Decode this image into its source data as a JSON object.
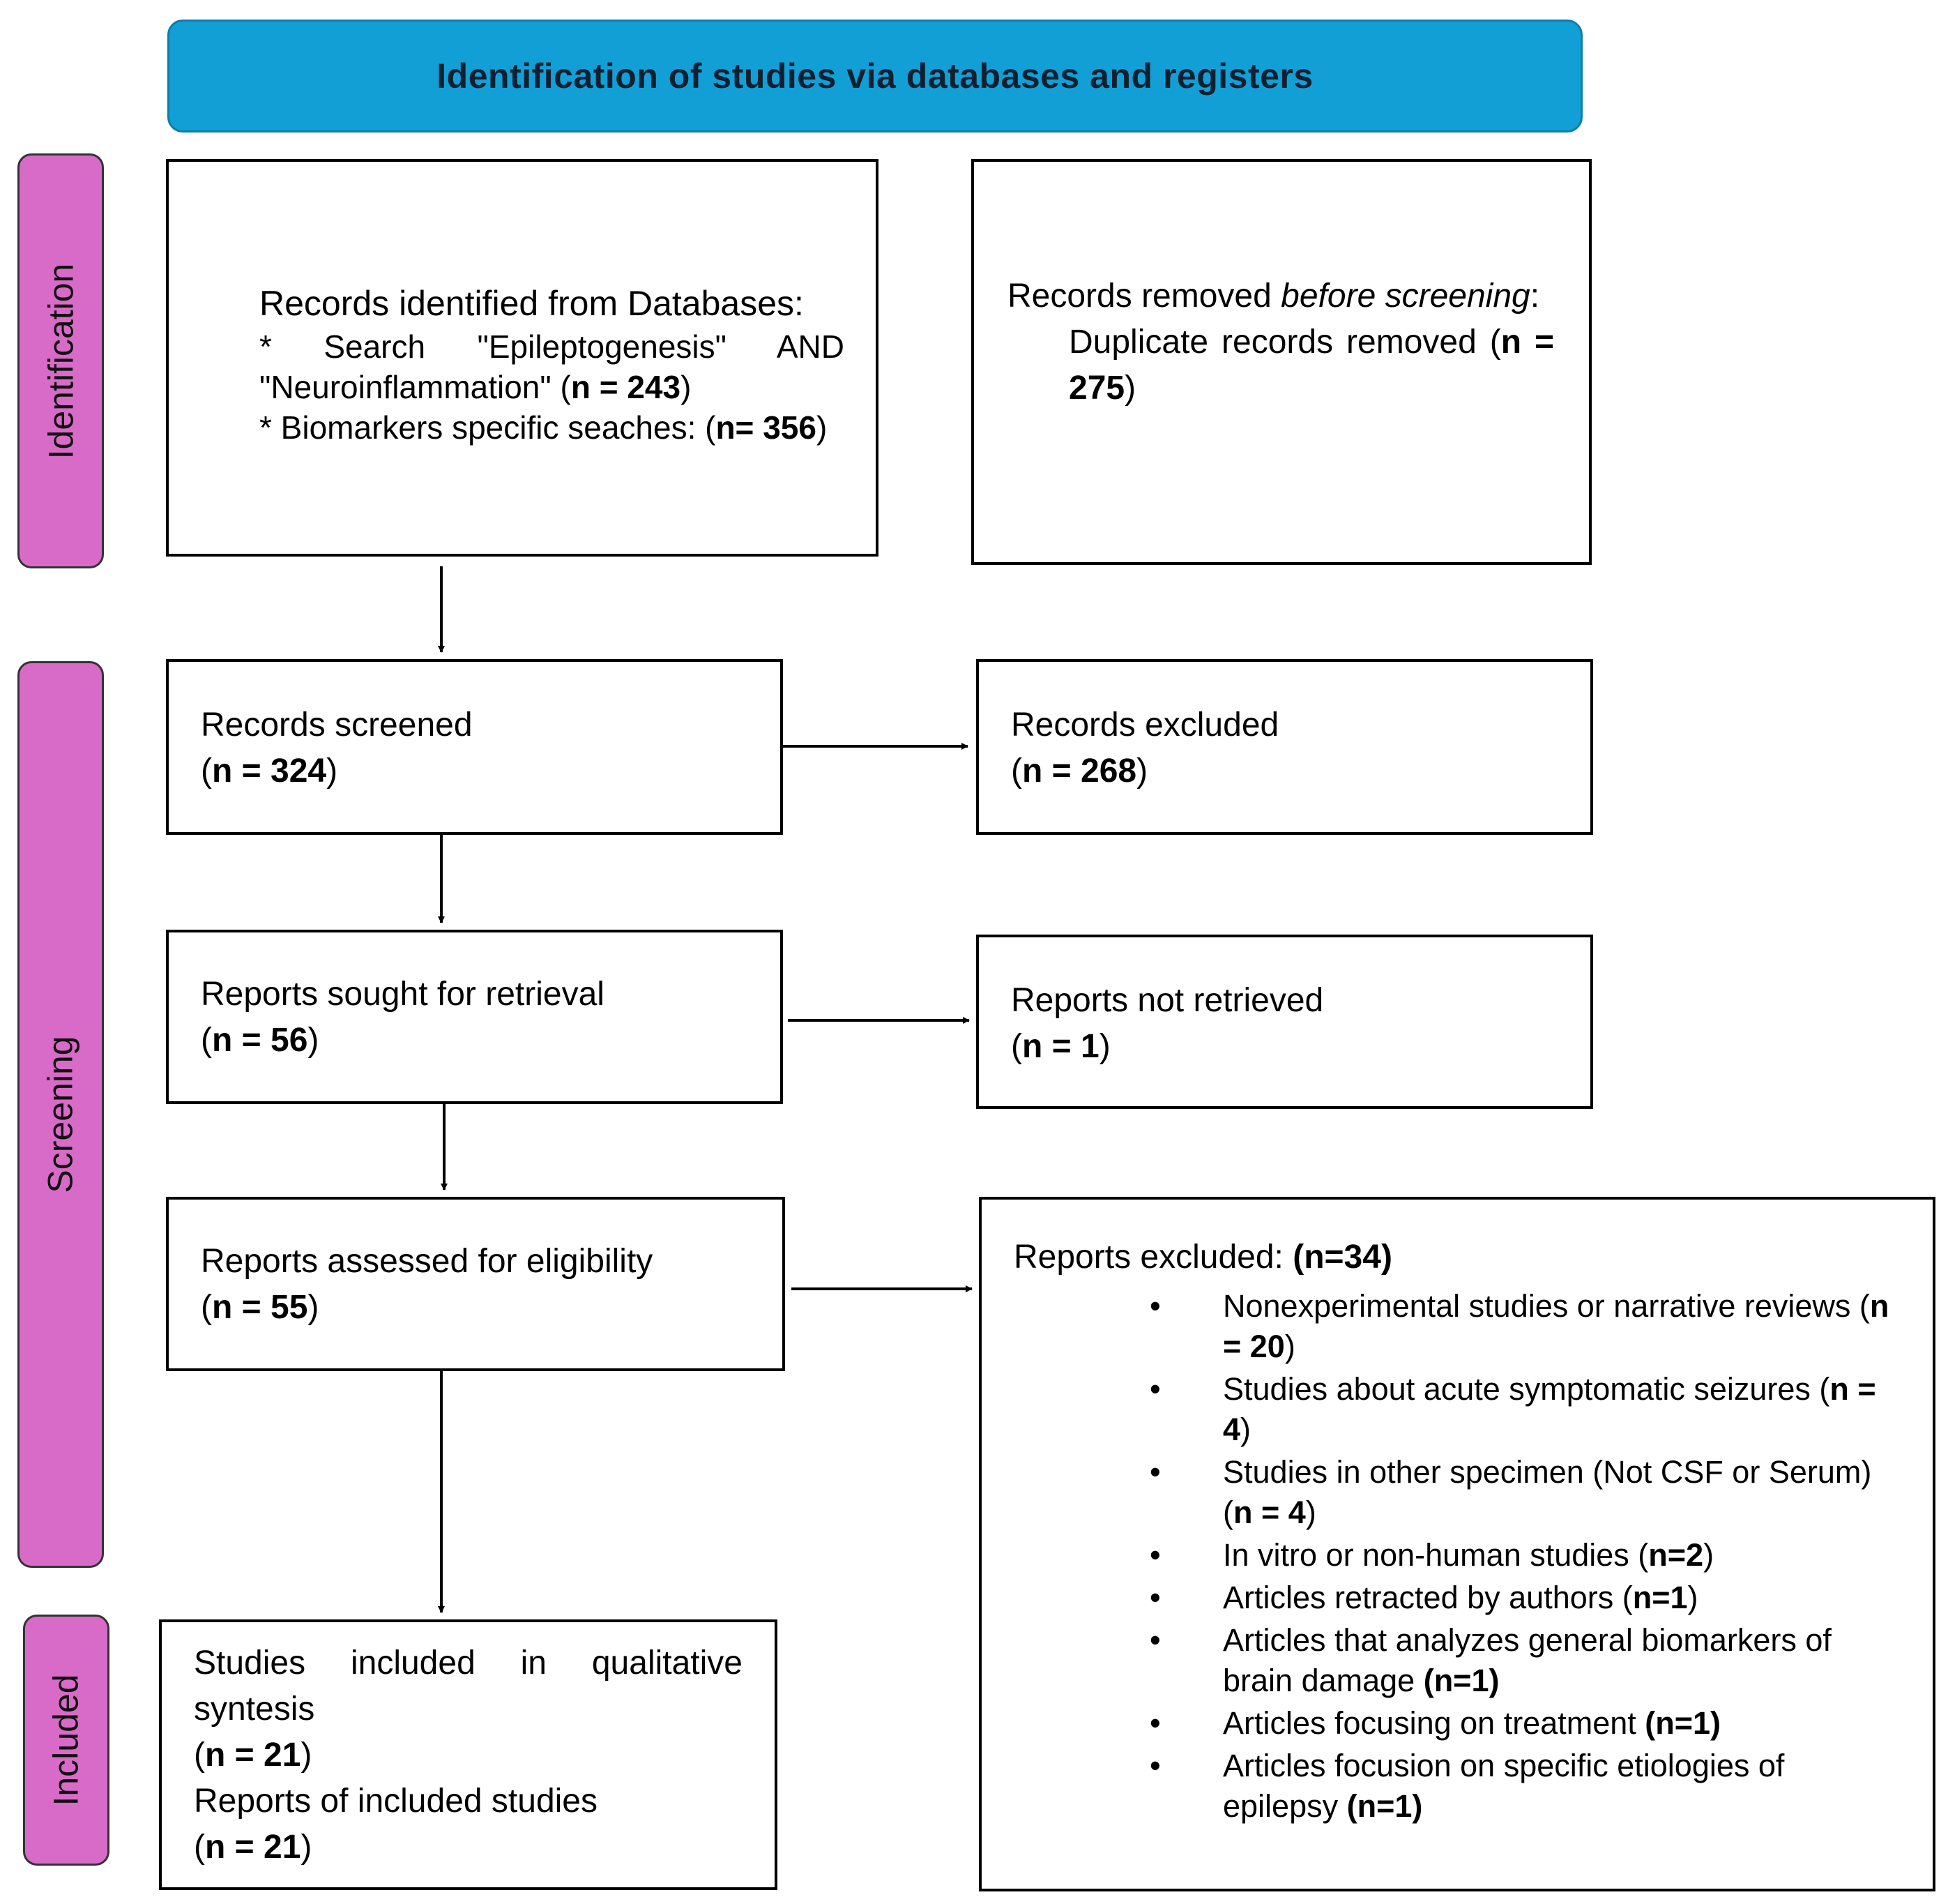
{
  "header": {
    "title": "Identification of studies via databases and registers"
  },
  "phases": {
    "identification": "Identification",
    "screening": "Screening",
    "included": "Included"
  },
  "identified": {
    "title": "Records identified from Databases:",
    "search1_prefix": "* Search \"Epileptogenesis\" AND \"Neuroinflammation\" (",
    "search1_count": "n = 243",
    "search1_suffix": ")",
    "search2_prefix": "* Biomarkers specific seaches: (",
    "search2_count": "n= 356",
    "search2_suffix": ")"
  },
  "removed": {
    "line1_a": "Records removed ",
    "line1_b": "before screening",
    "line1_c": ":",
    "dup_prefix": "Duplicate records removed (",
    "dup_count": "n = 275",
    "dup_suffix": ")"
  },
  "screened": {
    "label": "Records screened",
    "count": "n = 324"
  },
  "excluded_records": {
    "label": "Records excluded",
    "count": "n = 268"
  },
  "sought": {
    "label": "Reports sought for retrieval",
    "count": "n = 56"
  },
  "not_retrieved": {
    "label": "Reports not retrieved",
    "count": "n = 1"
  },
  "assessed": {
    "label": "Reports assessed for eligibility",
    "count": "n = 55"
  },
  "reports_excluded": {
    "title": "Reports excluded: ",
    "count": "(n=34)",
    "bullet": "•",
    "items": [
      {
        "text": "Nonexperimental studies or narrative reviews (",
        "count": "n = 20",
        "suffix": ")"
      },
      {
        "text": "Studies about acute symptomatic seizures (",
        "count": "n = 4",
        "suffix": ")"
      },
      {
        "text": "Studies in other specimen (Not CSF or Serum) (",
        "count": "n = 4",
        "suffix": ")"
      },
      {
        "text": "In vitro or non-human studies (",
        "count": "n=2",
        "suffix": ")"
      },
      {
        "text": "Articles retracted by authors (",
        "count": "n=1",
        "suffix": ")"
      },
      {
        "text": "Articles that analyzes general biomarkers of brain damage ",
        "count": "(n=1)",
        "suffix": ""
      },
      {
        "text": "Articles focusing on treatment ",
        "count": "(n=1)",
        "suffix": ""
      },
      {
        "text": "Articles focusion on specific etiologies of epilepsy ",
        "count": "(n=1)",
        "suffix": ""
      }
    ]
  },
  "included": {
    "studies_label": "Studies included in qualitative syntesis",
    "studies_count": "n = 21",
    "reports_label": "Reports of included studies",
    "reports_count": "n = 21"
  }
}
